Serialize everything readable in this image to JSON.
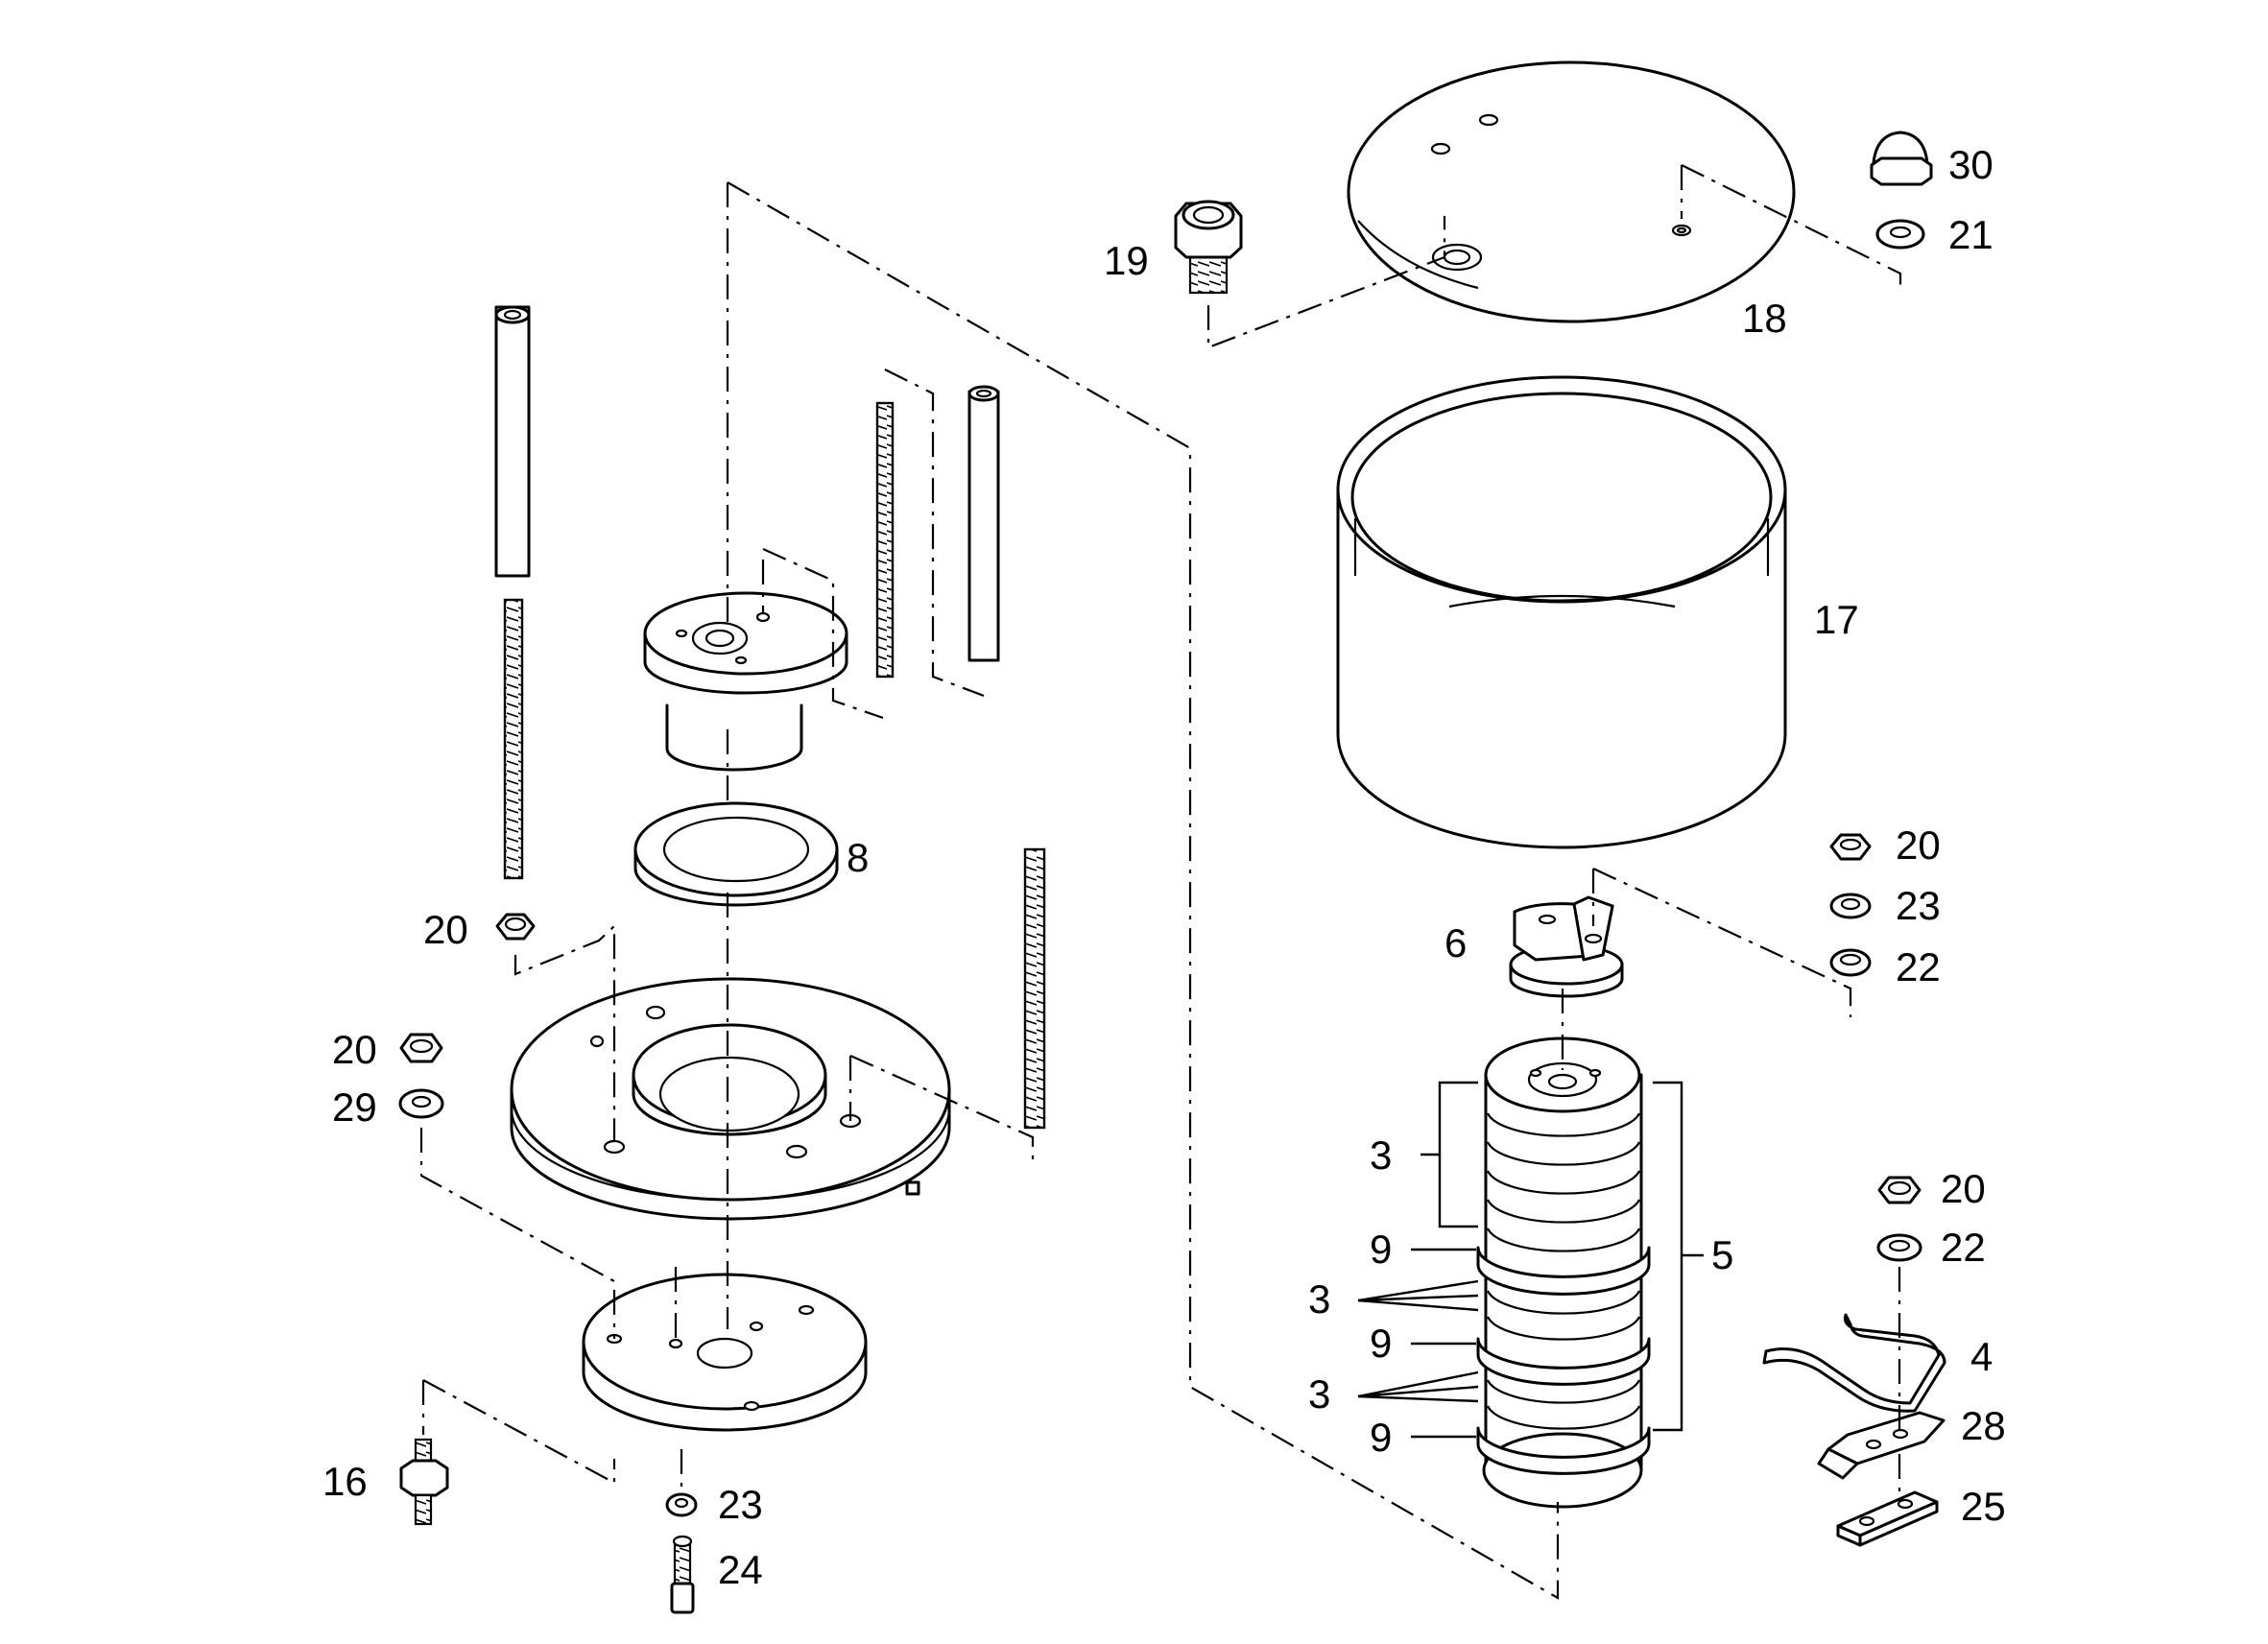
{
  "figure": "exploded parts diagram",
  "callouts": {
    "c30": "30",
    "c21": "21",
    "c19": "19",
    "c18": "18",
    "c17": "17",
    "c20a": "20",
    "c23a": "23",
    "c22a": "22",
    "c6": "6",
    "c3a": "3",
    "c9a": "9",
    "c5": "5",
    "c3b": "3",
    "c9b": "9",
    "c3c": "3",
    "c9c": "9",
    "c20b": "20",
    "c22b": "22",
    "c4": "4",
    "c28": "28",
    "c25": "25",
    "c8": "8",
    "c20c": "20",
    "c20d": "20",
    "c29": "29",
    "c16": "16",
    "c23b": "23",
    "c24": "24"
  }
}
